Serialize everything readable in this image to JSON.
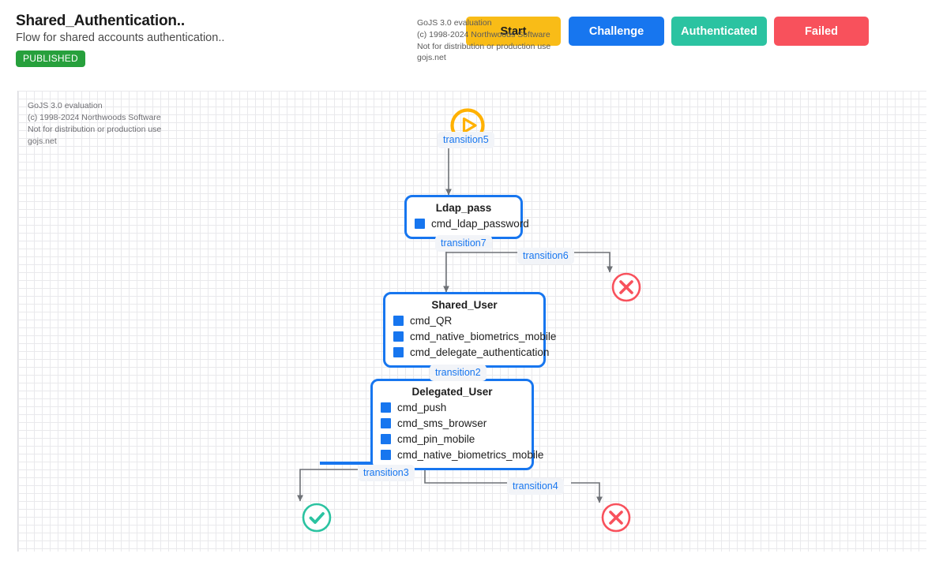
{
  "header": {
    "title": "Shared_Authentication..",
    "subtitle": "Flow for shared accounts authentication..",
    "status_badge": "PUBLISHED",
    "watermark": "GoJS 3.0 evaluation\n(c) 1998-2024 Northwoods Software\nNot for distribution or production use\ngojs.net",
    "buttons": [
      {
        "label": "Start",
        "color": "#f9bc17"
      },
      {
        "label": "Challenge",
        "color": "#1776ef"
      },
      {
        "label": "Authenticated",
        "color": "#2bc3a1"
      },
      {
        "label": "Failed",
        "color": "#f8515c"
      }
    ]
  },
  "canvas": {
    "watermark": "GoJS 3.0 evaluation\n(c) 1998-2024 Northwoods Software\nNot for distribution or production use\ngojs.net",
    "grid": "on",
    "accent": "#1776ef"
  },
  "diagram": {
    "start_node": {
      "name": "start-play",
      "icon": "play-circle-icon",
      "color": "#ffb100"
    },
    "nodes": [
      {
        "id": "ldap_pass",
        "title": "Ldap_pass",
        "commands": [
          "cmd_ldap_password"
        ]
      },
      {
        "id": "shared_user",
        "title": "Shared_User",
        "commands": [
          "cmd_QR",
          "cmd_native_biometrics_mobile",
          "cmd_delegate_authentication"
        ]
      },
      {
        "id": "delegated_user",
        "title": "Delegated_User",
        "commands": [
          "cmd_push",
          "cmd_sms_browser",
          "cmd_pin_mobile",
          "cmd_native_biometrics_mobile"
        ]
      }
    ],
    "transitions": [
      {
        "id": "transition5",
        "label": "transition5"
      },
      {
        "id": "transition7",
        "label": "transition7"
      },
      {
        "id": "transition6",
        "label": "transition6"
      },
      {
        "id": "transition2",
        "label": "transition2"
      },
      {
        "id": "transition3",
        "label": "transition3"
      },
      {
        "id": "transition4",
        "label": "transition4"
      }
    ],
    "terminals": [
      {
        "id": "fail_top",
        "icon": "x-circle-icon",
        "color": "#f8515c"
      },
      {
        "id": "success",
        "icon": "check-circle-icon",
        "color": "#2bc3a1"
      },
      {
        "id": "fail_bottom",
        "icon": "x-circle-icon",
        "color": "#f8515c"
      }
    ]
  }
}
